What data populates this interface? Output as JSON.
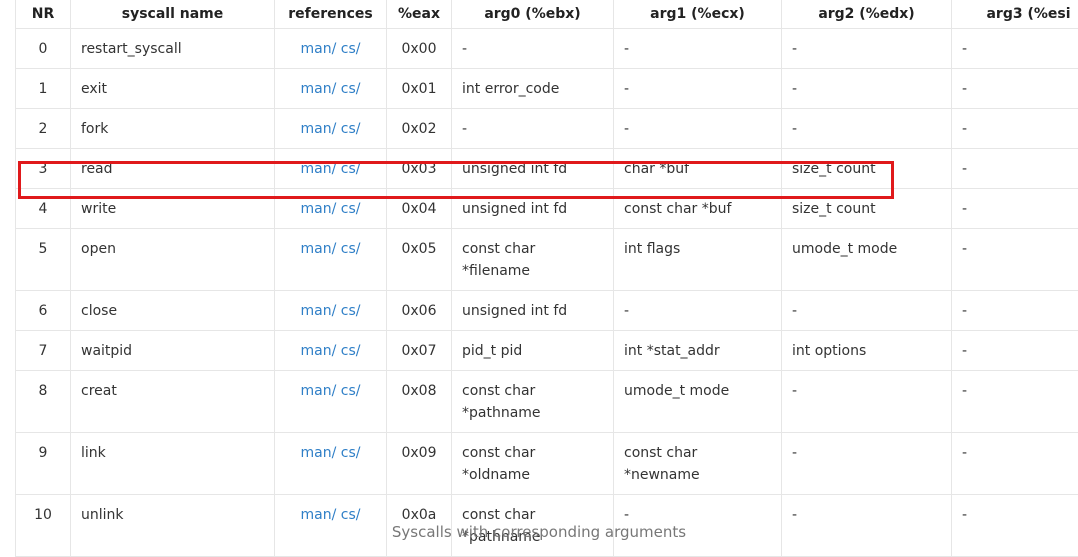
{
  "table": {
    "headers": [
      "NR",
      "syscall name",
      "references",
      "%eax",
      "arg0 (%ebx)",
      "arg1 (%ecx)",
      "arg2 (%edx)",
      "arg3 (%esi"
    ],
    "rows": [
      {
        "nr": "0",
        "name": "restart_syscall",
        "man": "man/",
        "cs": "cs/",
        "eax": "0x00",
        "arg0": "-",
        "arg1": "-",
        "arg2": "-",
        "arg3": "-"
      },
      {
        "nr": "1",
        "name": "exit",
        "man": "man/",
        "cs": "cs/",
        "eax": "0x01",
        "arg0": "int error_code",
        "arg1": "-",
        "arg2": "-",
        "arg3": "-"
      },
      {
        "nr": "2",
        "name": "fork",
        "man": "man/",
        "cs": "cs/",
        "eax": "0x02",
        "arg0": "-",
        "arg1": "-",
        "arg2": "-",
        "arg3": "-"
      },
      {
        "nr": "3",
        "name": "read",
        "man": "man/",
        "cs": "cs/",
        "eax": "0x03",
        "arg0": "unsigned int fd",
        "arg1": "char *buf",
        "arg2": "size_t count",
        "arg3": "-"
      },
      {
        "nr": "4",
        "name": "write",
        "man": "man/",
        "cs": "cs/",
        "eax": "0x04",
        "arg0": "unsigned int fd",
        "arg1": "const char *buf",
        "arg2": "size_t count",
        "arg3": "-"
      },
      {
        "nr": "5",
        "name": "open",
        "man": "man/",
        "cs": "cs/",
        "eax": "0x05",
        "arg0": "const char *filename",
        "arg1": "int flags",
        "arg2": "umode_t mode",
        "arg3": "-"
      },
      {
        "nr": "6",
        "name": "close",
        "man": "man/",
        "cs": "cs/",
        "eax": "0x06",
        "arg0": "unsigned int fd",
        "arg1": "-",
        "arg2": "-",
        "arg3": "-"
      },
      {
        "nr": "7",
        "name": "waitpid",
        "man": "man/",
        "cs": "cs/",
        "eax": "0x07",
        "arg0": "pid_t pid",
        "arg1": "int *stat_addr",
        "arg2": "int options",
        "arg3": "-"
      },
      {
        "nr": "8",
        "name": "creat",
        "man": "man/",
        "cs": "cs/",
        "eax": "0x08",
        "arg0": "const char *pathname",
        "arg1": "umode_t mode",
        "arg2": "-",
        "arg3": "-"
      },
      {
        "nr": "9",
        "name": "link",
        "man": "man/",
        "cs": "cs/",
        "eax": "0x09",
        "arg0": "const char *oldname",
        "arg1": "const char *newname",
        "arg2": "-",
        "arg3": "-"
      },
      {
        "nr": "10",
        "name": "unlink",
        "man": "man/",
        "cs": "cs/",
        "eax": "0x0a",
        "arg0": "const char *pathname",
        "arg1": "-",
        "arg2": "-",
        "arg3": "-"
      }
    ]
  },
  "highlight_color": "#e0191b",
  "link_color": "#2f7fc7",
  "caption": "Syscalls with corresponding arguments"
}
